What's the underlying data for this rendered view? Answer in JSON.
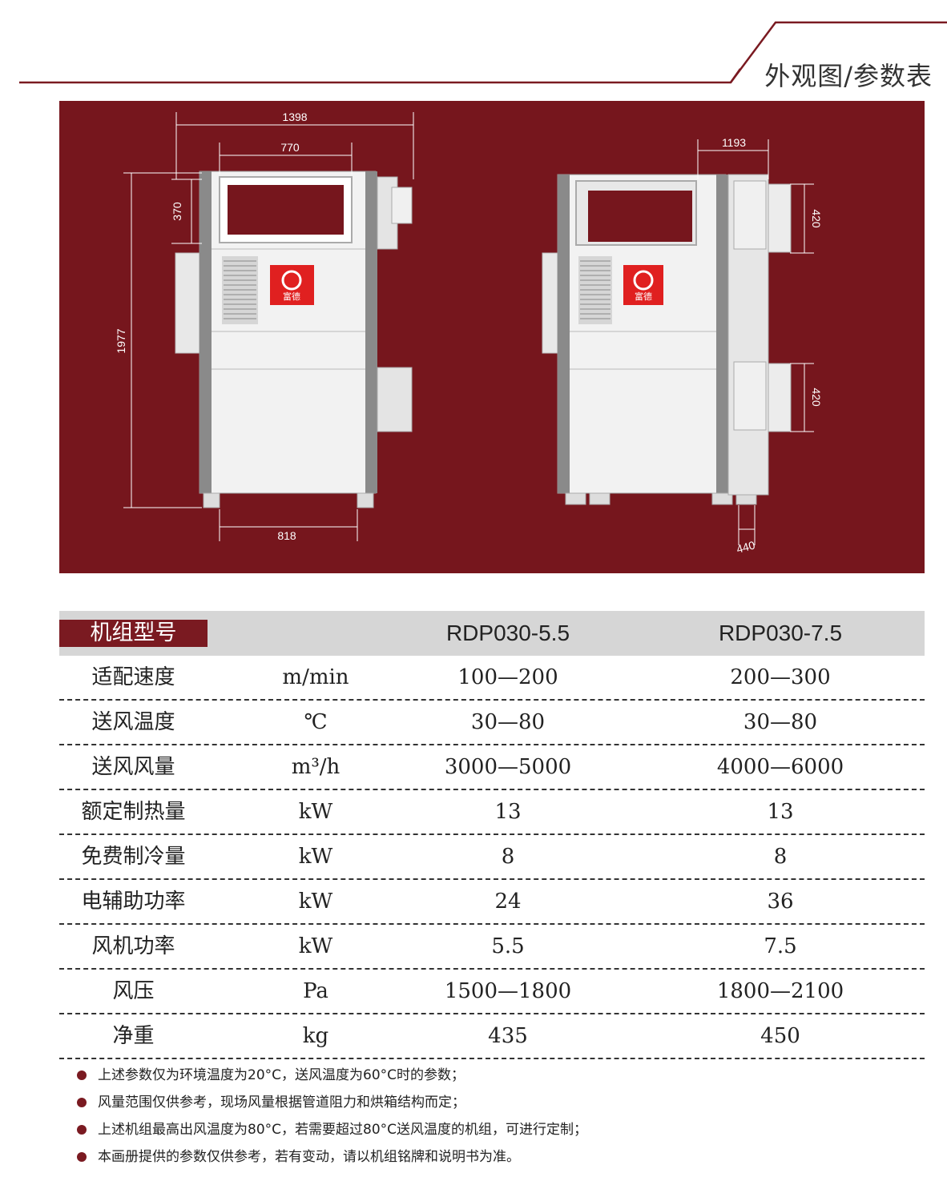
{
  "header": {
    "title": "外观图/参数表",
    "accent_color": "#7a1a21"
  },
  "figure": {
    "background_color": "#76161d",
    "front_view": {
      "dimensions": [
        "1398",
        "770",
        "370",
        "1977",
        "818"
      ],
      "brand_label": "富德"
    },
    "side_view": {
      "dimensions": [
        "1193",
        "420",
        "420",
        "440"
      ],
      "brand_label": "富德"
    }
  },
  "table": {
    "header_label": "机组型号",
    "models": [
      "RDP030-5.5",
      "RDP030-7.5"
    ],
    "rows": [
      {
        "param": "适配速度",
        "unit": "m/min",
        "v1": "100—200",
        "v2": "200—300"
      },
      {
        "param": "送风温度",
        "unit": "℃",
        "v1": "30—80",
        "v2": "30—80"
      },
      {
        "param": "送风风量",
        "unit": "m³/h",
        "v1": "3000—5000",
        "v2": "4000—6000"
      },
      {
        "param": "额定制热量",
        "unit": "kW",
        "v1": "13",
        "v2": "13"
      },
      {
        "param": "免费制冷量",
        "unit": "kW",
        "v1": "8",
        "v2": "8"
      },
      {
        "param": "电辅助功率",
        "unit": "kW",
        "v1": "24",
        "v2": "36"
      },
      {
        "param": "风机功率",
        "unit": "kW",
        "v1": "5.5",
        "v2": "7.5"
      },
      {
        "param": "风压",
        "unit": "Pa",
        "v1": "1500—1800",
        "v2": "1800—2100"
      },
      {
        "param": "净重",
        "unit": "kg",
        "v1": "435",
        "v2": "450"
      }
    ]
  },
  "notes": [
    "上述参数仅为环境温度为20°C，送风温度为60°C时的参数；",
    "风量范围仅供参考，现场风量根据管道阻力和烘箱结构而定；",
    "上述机组最高出风温度为80°C，若需要超过80°C送风温度的机组，可进行定制；",
    "本画册提供的参数仅供参考，若有变动，请以机组铭牌和说明书为准。"
  ]
}
